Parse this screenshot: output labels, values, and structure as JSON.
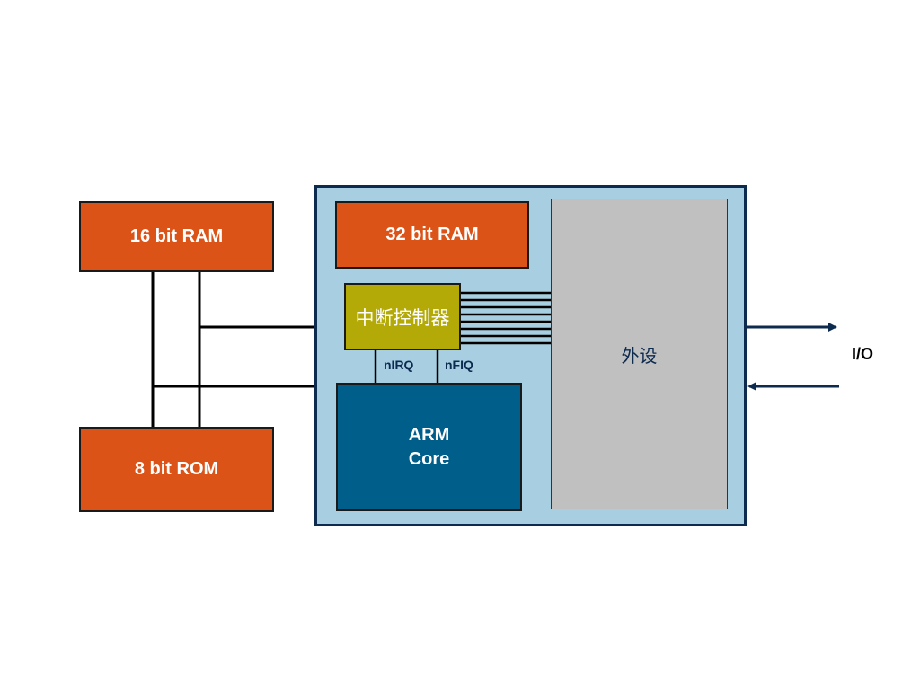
{
  "diagram": {
    "ram16": "16 bit RAM",
    "rom8": "8 bit ROM",
    "ram32": "32 bit RAM",
    "interrupt_controller": "中断控制器",
    "nirq": "nIRQ",
    "nfiq": "nFIQ",
    "arm_core_line1": "ARM",
    "arm_core_line2": "Core",
    "peripherals": "外设",
    "io": "I/O"
  },
  "colors": {
    "memory_block": "#dc5317",
    "chip_background": "#a8cfe1",
    "chip_border": "#0d2a4f",
    "interrupt_controller": "#b3aa07",
    "arm_core": "#005e8b",
    "peripherals": "#c0c0c0"
  }
}
